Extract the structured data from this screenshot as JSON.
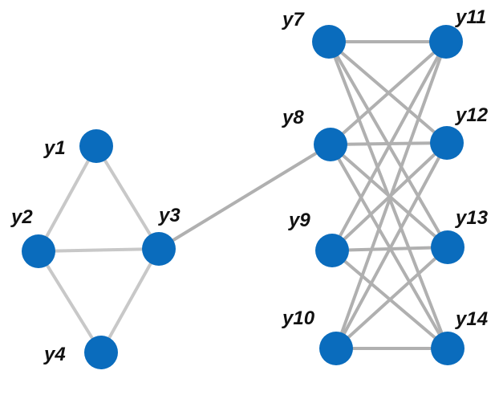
{
  "graph": {
    "nodes": [
      {
        "id": "y1",
        "label": "y1"
      },
      {
        "id": "y2",
        "label": "y2"
      },
      {
        "id": "y3",
        "label": "y3"
      },
      {
        "id": "y4",
        "label": "y4"
      },
      {
        "id": "y7",
        "label": "y7"
      },
      {
        "id": "y8",
        "label": "y8"
      },
      {
        "id": "y9",
        "label": "y9"
      },
      {
        "id": "y10",
        "label": "y10"
      },
      {
        "id": "y11",
        "label": "y11"
      },
      {
        "id": "y12",
        "label": "y12"
      },
      {
        "id": "y13",
        "label": "y13"
      },
      {
        "id": "y14",
        "label": "y14"
      }
    ],
    "edges": [
      [
        "y1",
        "y2"
      ],
      [
        "y1",
        "y3"
      ],
      [
        "y2",
        "y3"
      ],
      [
        "y2",
        "y4"
      ],
      [
        "y3",
        "y4"
      ],
      [
        "y3",
        "y8"
      ],
      [
        "y7",
        "y11"
      ],
      [
        "y7",
        "y12"
      ],
      [
        "y7",
        "y13"
      ],
      [
        "y7",
        "y14"
      ],
      [
        "y8",
        "y11"
      ],
      [
        "y8",
        "y12"
      ],
      [
        "y8",
        "y13"
      ],
      [
        "y8",
        "y14"
      ],
      [
        "y9",
        "y11"
      ],
      [
        "y9",
        "y12"
      ],
      [
        "y9",
        "y13"
      ],
      [
        "y9",
        "y14"
      ],
      [
        "y10",
        "y11"
      ],
      [
        "y10",
        "y12"
      ],
      [
        "y10",
        "y13"
      ],
      [
        "y10",
        "y14"
      ]
    ],
    "node_color": "#0a6cbd",
    "edge_color": "#b8b8b8"
  }
}
